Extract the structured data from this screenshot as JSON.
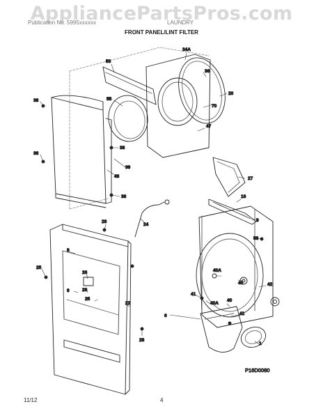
{
  "watermark": "AppliancePartsPros.com",
  "header": {
    "left_text": "Publication No. 5995xxxxxx",
    "right_text": "LAUNDRY",
    "title": "FRONT PANEL/LINT FILTER"
  },
  "diagram": {
    "figure_code": "P16D0080",
    "callouts": [
      "34A",
      "53",
      "36",
      "20",
      "38",
      "55",
      "70",
      "47",
      "38",
      "39",
      "38",
      "48",
      "38",
      "27",
      "18",
      "8",
      "28",
      "24",
      "9",
      "58",
      "25",
      "26",
      "28",
      "22",
      "25",
      "9",
      "40A",
      "40",
      "42",
      "41",
      "40A",
      "40",
      "6",
      "41",
      "1",
      "28"
    ]
  },
  "footer": {
    "date": "11/12",
    "page": "4"
  }
}
